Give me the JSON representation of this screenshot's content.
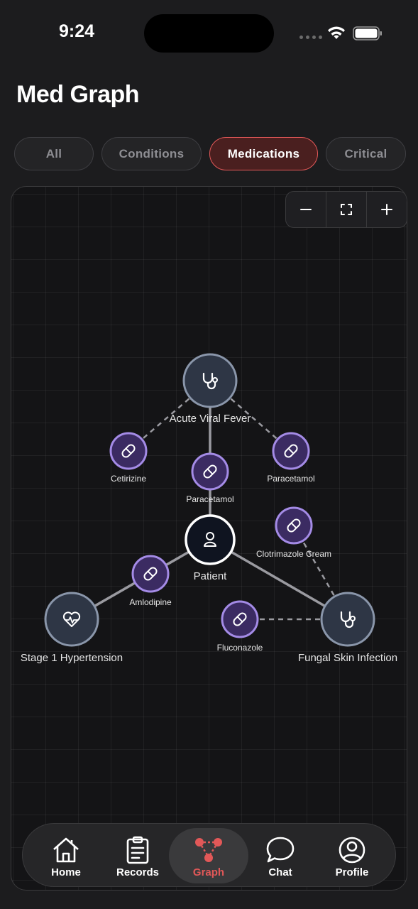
{
  "status_bar": {
    "time": "9:24",
    "icons": [
      "signal-icon",
      "wifi-icon",
      "battery-icon"
    ]
  },
  "header": {
    "title": "Med Graph"
  },
  "filters": [
    {
      "label": "All",
      "active": false
    },
    {
      "label": "Conditions",
      "active": false
    },
    {
      "label": "Medications",
      "active": true
    },
    {
      "label": "Critical",
      "active": false
    }
  ],
  "zoom_controls": {
    "icons": [
      "minus-icon",
      "fit-screen-icon",
      "plus-icon"
    ]
  },
  "graph": {
    "nodes": [
      {
        "id": "patient",
        "label": "Patient",
        "type": "patient",
        "icon": "person-icon"
      },
      {
        "id": "fever",
        "label": "Acute Viral Fever",
        "type": "condition",
        "icon": "stethoscope-icon"
      },
      {
        "id": "hypertension",
        "label": "Stage 1 Hypertension",
        "type": "condition",
        "icon": "heart-pulse-icon"
      },
      {
        "id": "fungal",
        "label": "Fungal Skin Infection",
        "type": "condition",
        "icon": "stethoscope-icon"
      },
      {
        "id": "cetirizine",
        "label": "Cetirizine",
        "type": "medication",
        "icon": "pill-icon"
      },
      {
        "id": "paracetamol_a",
        "label": "Paracetamol",
        "type": "medication",
        "icon": "pill-icon"
      },
      {
        "id": "paracetamol_b",
        "label": "Paracetamol",
        "type": "medication",
        "icon": "pill-icon"
      },
      {
        "id": "clotrimazole",
        "label": "Clotrimazole Cream",
        "type": "medication",
        "icon": "pill-icon"
      },
      {
        "id": "amlodipine",
        "label": "Amlodipine",
        "type": "medication",
        "icon": "pill-icon"
      },
      {
        "id": "fluconazole",
        "label": "Fluconazole",
        "type": "medication",
        "icon": "pill-icon"
      }
    ],
    "edges": [
      {
        "from": "patient",
        "to": "fever",
        "style": "solid"
      },
      {
        "from": "patient",
        "to": "hypertension",
        "style": "solid"
      },
      {
        "from": "patient",
        "to": "fungal",
        "style": "solid"
      },
      {
        "from": "fever",
        "to": "cetirizine",
        "style": "dashed"
      },
      {
        "from": "fever",
        "to": "paracetamol_b",
        "style": "dashed"
      },
      {
        "from": "fungal",
        "to": "clotrimazole",
        "style": "dashed"
      },
      {
        "from": "fungal",
        "to": "fluconazole",
        "style": "dashed"
      }
    ],
    "colors": {
      "condition_fill": "#2e3645",
      "condition_stroke": "#8a96aa",
      "medication_fill": "#3b2b62",
      "medication_stroke": "#a48be6",
      "patient_fill": "#0f1420",
      "patient_stroke": "#ffffff",
      "edge": "#9a9aa0"
    }
  },
  "tab_bar": {
    "tabs": [
      {
        "label": "Home",
        "icon": "home-icon",
        "active": false
      },
      {
        "label": "Records",
        "icon": "clipboard-icon",
        "active": false
      },
      {
        "label": "Graph",
        "icon": "graph-icon",
        "active": true
      },
      {
        "label": "Chat",
        "icon": "chat-bubble-icon",
        "active": false
      },
      {
        "label": "Profile",
        "icon": "profile-icon",
        "active": false
      }
    ],
    "accent_color": "#e25858"
  }
}
